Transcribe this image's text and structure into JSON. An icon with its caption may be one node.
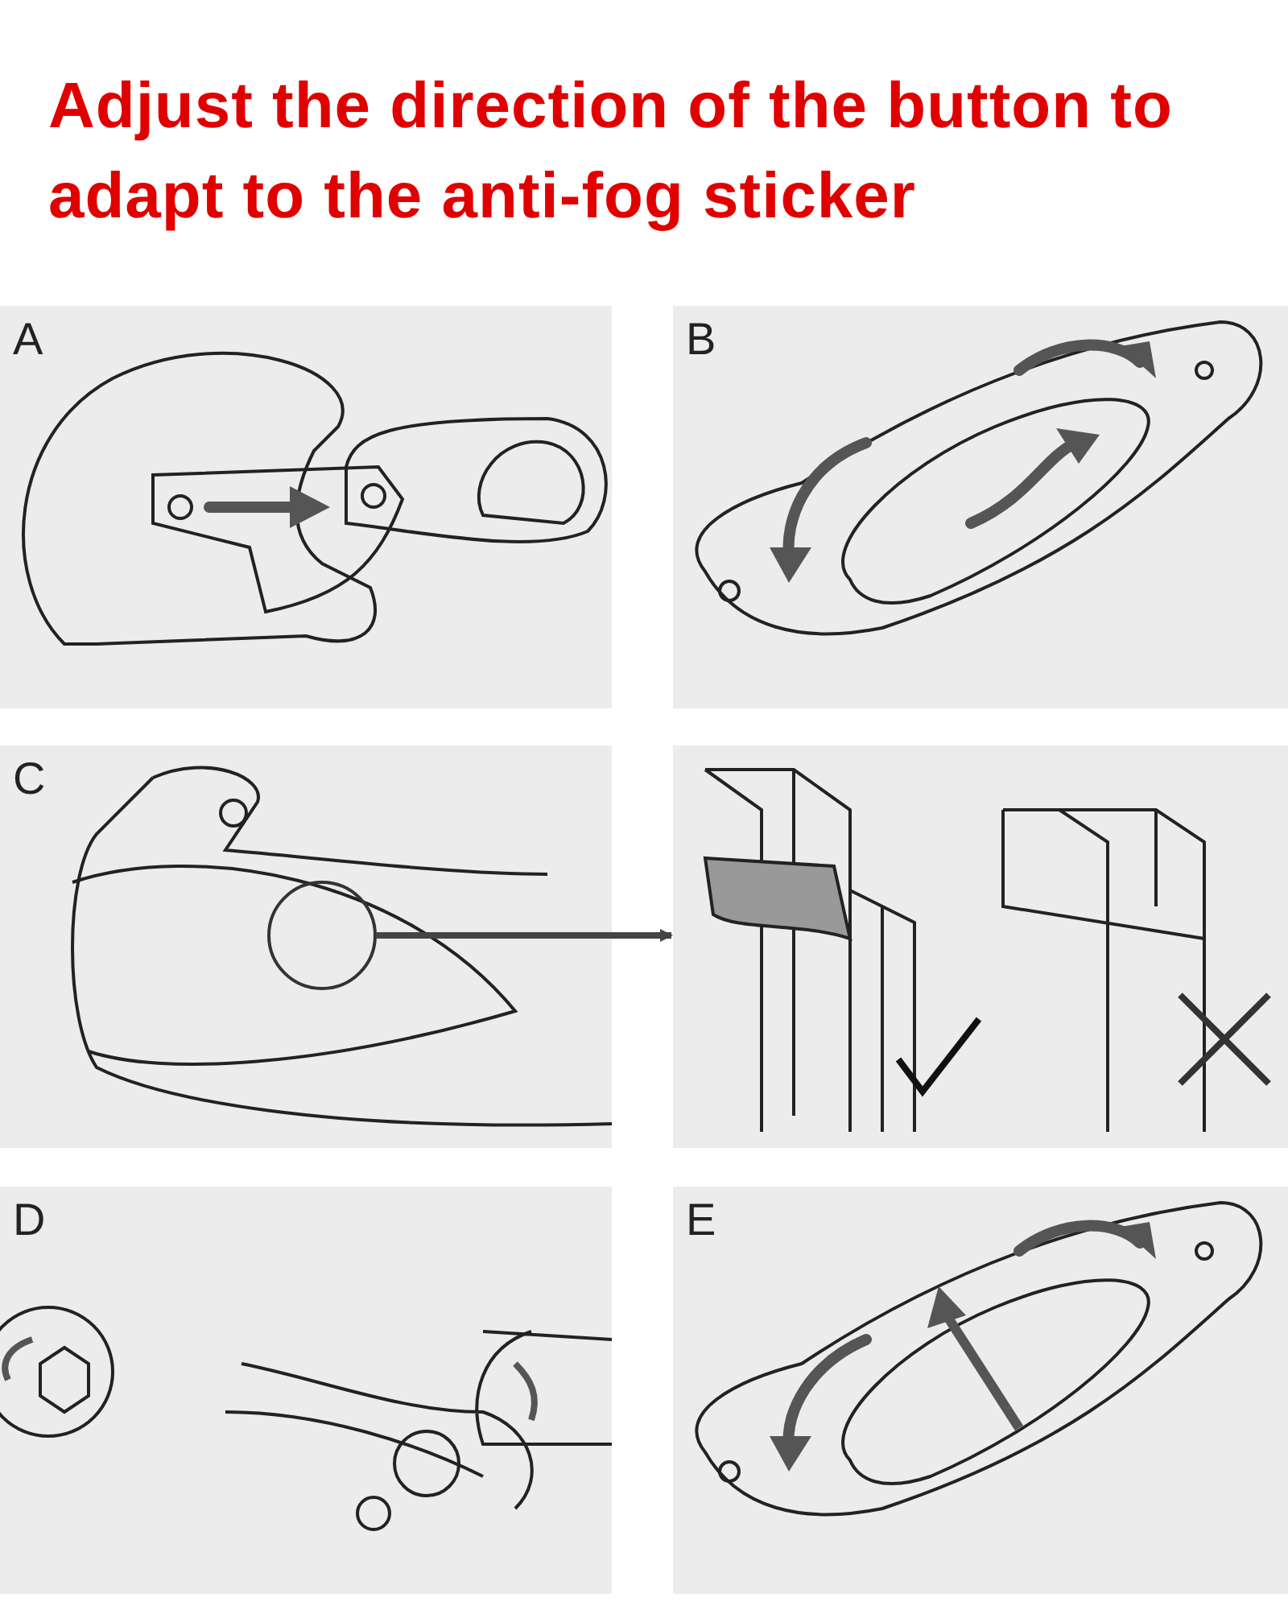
{
  "diagram": {
    "title": "Adjust the direction of the button to adapt to the anti-fog sticker",
    "nodes": [
      {
        "text": [],
        "shape": "circle"
      },
      {
        "text": [],
        "shape": "picture"
      }
    ],
    "edges": [
      {
        "from": 0,
        "to": 1,
        "arrow": "to"
      }
    ],
    "labels": [
      "A",
      "B",
      "C",
      "D",
      "E"
    ]
  }
}
